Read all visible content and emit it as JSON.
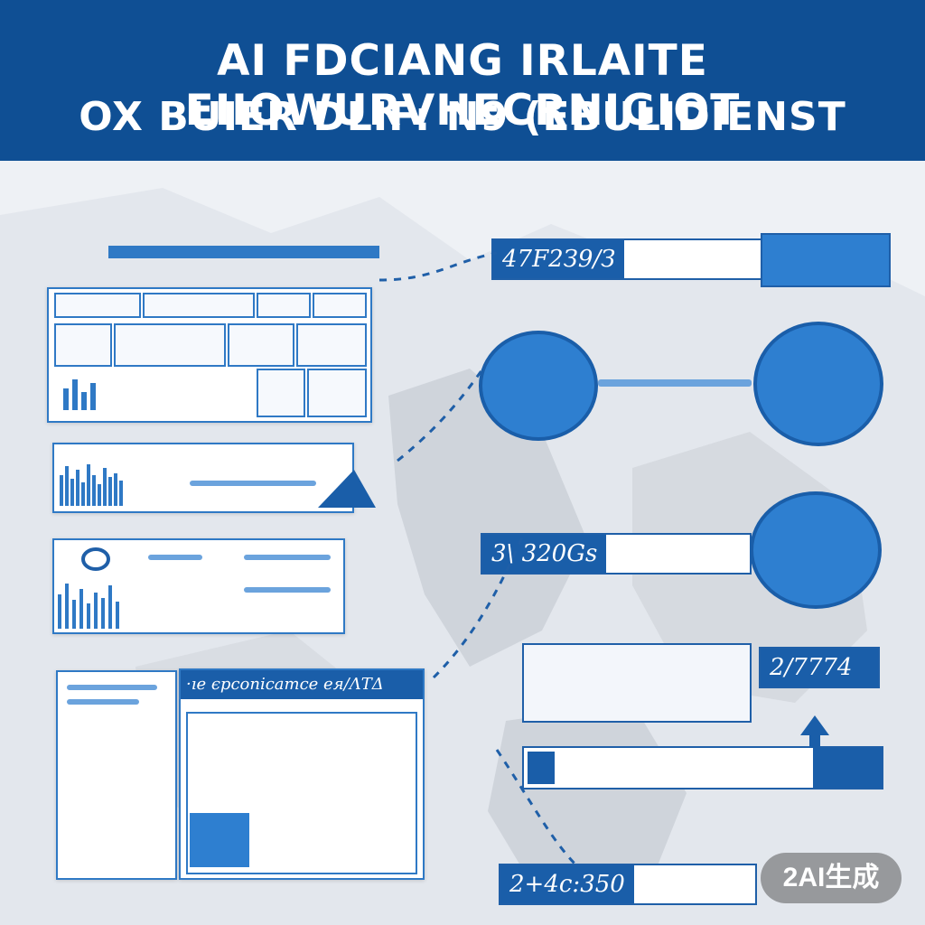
{
  "header": {
    "title_line1": "AI FDCIANG IRLAITE EIIOWURVHECRNIGIOT",
    "title_line2": "OX BUIER DLIF: N9 (EBULIDIENST"
  },
  "callouts": [
    {
      "value": "47F2З9/З",
      "icon": "bar-chart-icon"
    },
    {
      "value": "3\\ 320Gs",
      "icon": "globe-icon"
    },
    {
      "value": "2/7774",
      "icon": "document-icon"
    },
    {
      "value": "2+4c:350",
      "icon": "chart-icon"
    }
  ],
  "report_panel": {
    "heading": "·ıe єрсоnісатсе ея/ΛΤΔ"
  },
  "watermark": "2AI生成",
  "colors": {
    "header": "#0f4f94",
    "accent": "#2f79c5",
    "dark_accent": "#1a5ea9",
    "light_accent": "#6ba3dd",
    "background": "#eef1f5"
  }
}
